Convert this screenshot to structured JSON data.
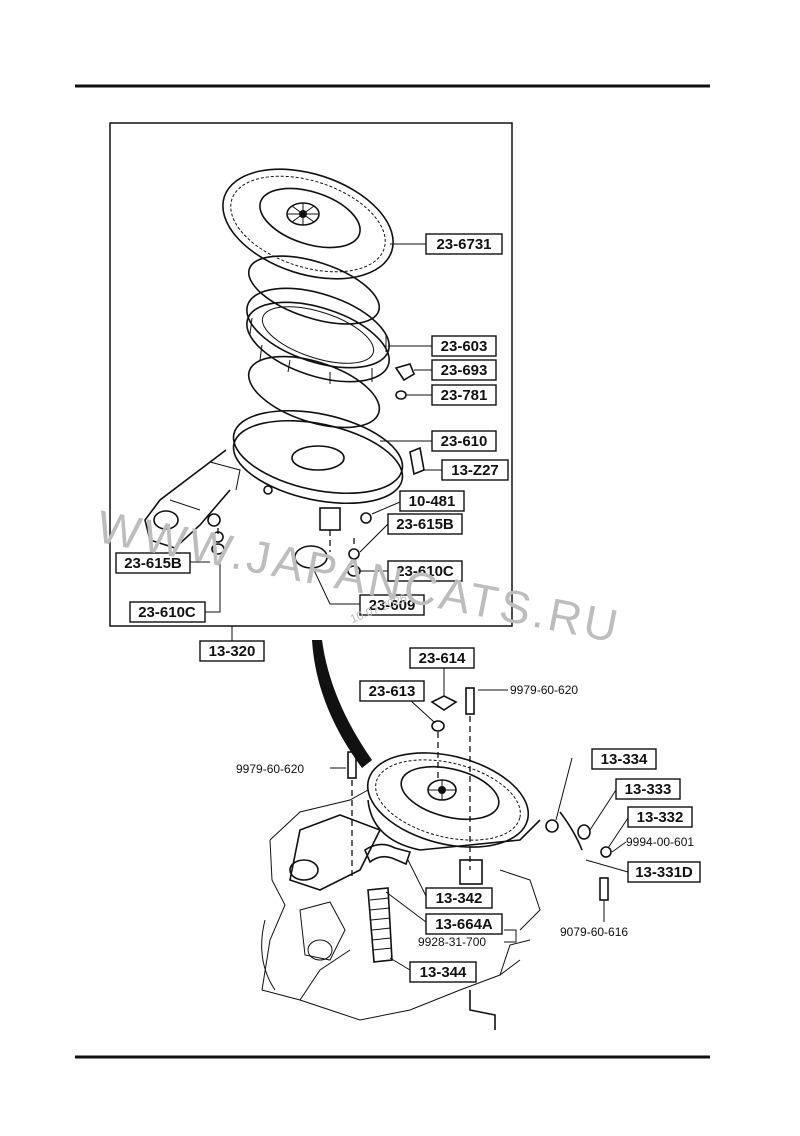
{
  "watermark": {
    "text": "WWW.JAPANCATS.RU",
    "date": "10.07.2026"
  },
  "upper_box": {
    "labels": {
      "air_cleaner_cover": "23-6731",
      "element": "23-603",
      "clip": "23-693",
      "washer_781": "23-781",
      "case": "23-610",
      "clamp_z27": "13-Z27",
      "grommet_481": "10-481",
      "insulator_right": "23-615B",
      "insulator_left": "23-615B",
      "nut_right": "23-610C",
      "nut_left": "23-610C",
      "gasket_609": "23-609"
    }
  },
  "assembly_label": "13-320",
  "lower": {
    "labels": {
      "wing_nut": "23-614",
      "washer_613": "23-613",
      "bolt_top": "9979-60-620",
      "bolt_left": "9979-60-620",
      "hose_334": "13-334",
      "pipe_333": "13-333",
      "clamp_332": "13-332",
      "nut_601": "9994-00-601",
      "bracket_331d": "13-331D",
      "bolt_616": "9079-60-616",
      "hose_342": "13-342",
      "duct_664a": "13-664A",
      "clamp_700": "9928-31-700",
      "hose_344": "13-344"
    }
  }
}
